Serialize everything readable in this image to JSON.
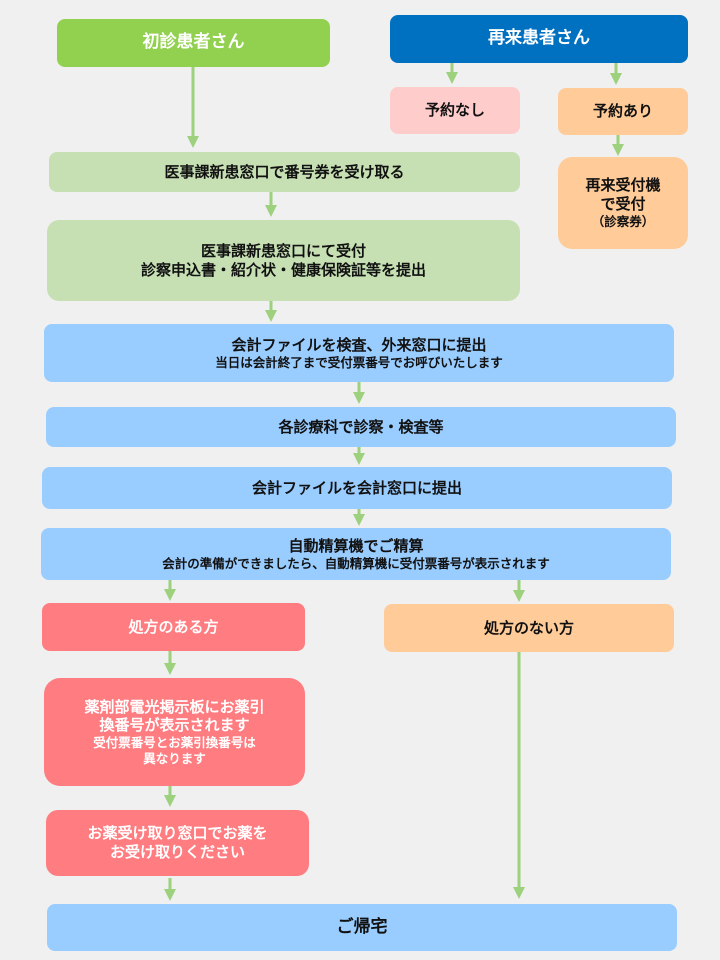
{
  "colors": {
    "background": "#f0f0f0",
    "first_visit": "#92d050",
    "return_visit": "#0070c0",
    "no_reservation": "#ffcccc",
    "orange": "#ffcc99",
    "light_green": "#c6e0b4",
    "light_blue": "#99ccff",
    "red": "#ff7c80",
    "arrow": "#9dd17d"
  },
  "nodes": {
    "first_visit": "初診患者さん",
    "return_visit": "再来患者さん",
    "no_reservation": "予約なし",
    "with_reservation": "予約あり",
    "reception_machine": {
      "line1": "再来受付機",
      "line2": "で受付",
      "note": "（診察券）"
    },
    "get_number_ticket": "医事課新患窓口で番号券を受け取る",
    "new_patient_reception": {
      "line1": "医事課新患窓口にて受付",
      "line2": "診察申込書・紹介状・健康保険証等を提出"
    },
    "submit_outpatient": {
      "line1": "会計ファイルを検査、外来窓口に提出",
      "note": "当日は会計終了まで受付票番号でお呼びいたします"
    },
    "examination": "各診療科で診察・検査等",
    "submit_accounting": "会計ファイルを会計窓口に提出",
    "auto_payment": {
      "line1": "自動精算機でご精算",
      "note": "会計の準備ができましたら、自動精算機に受付票番号が表示されます"
    },
    "with_prescription": "処方のある方",
    "without_prescription": "処方のない方",
    "pharmacy_display": {
      "line1": "薬剤部電光掲示板にお薬引",
      "line2": "換番号が表示されます",
      "note1": "受付票番号とお薬引換番号は",
      "note2": "異なります"
    },
    "receive_medicine": {
      "line1": "お薬受け取り窓口でお薬を",
      "line2": "お受け取りください"
    },
    "go_home": "ご帰宅"
  }
}
